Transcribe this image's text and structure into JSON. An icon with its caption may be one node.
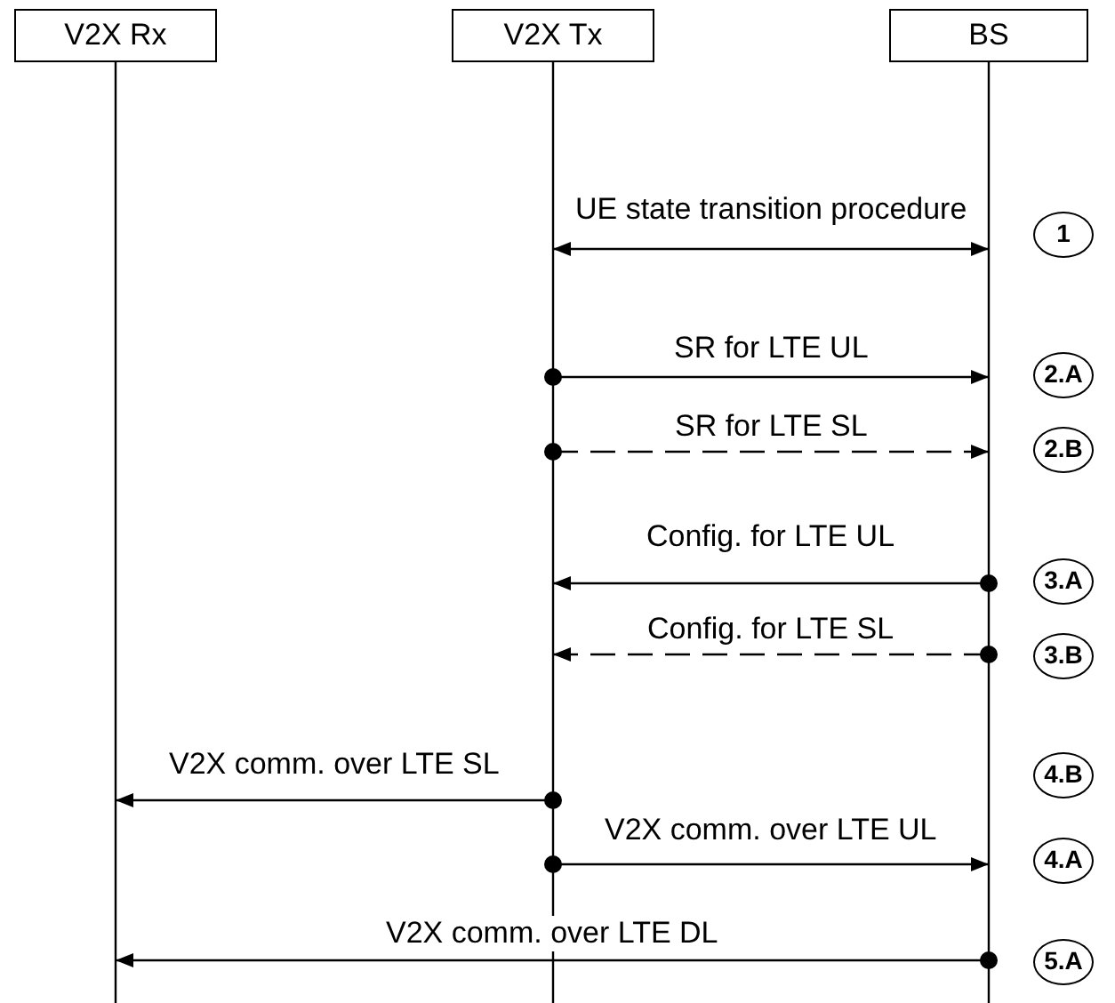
{
  "diagram": {
    "nodes": [
      {
        "text": [
          "V2X Rx"
        ]
      },
      {
        "text": [
          "V2X Tx"
        ]
      },
      {
        "text": [
          "BS"
        ]
      },
      {
        "text": [
          "1"
        ]
      },
      {
        "text": [
          "2.A"
        ]
      },
      {
        "text": [
          "2.B"
        ]
      },
      {
        "text": [
          "3.A"
        ]
      },
      {
        "text": [
          "3.B"
        ]
      },
      {
        "text": [
          "4.B"
        ]
      },
      {
        "text": [
          "4.A"
        ]
      },
      {
        "text": [
          "5.A"
        ]
      }
    ],
    "edges": [
      {
        "from": 1,
        "to": 2,
        "arrow": "both",
        "label": "UE state transition procedure"
      },
      {
        "from": 1,
        "to": 2,
        "arrow": "to",
        "label": "SR for LTE UL"
      },
      {
        "from": 1,
        "to": 2,
        "arrow": "to",
        "label": "SR for LTE SL",
        "style": "dashed"
      },
      {
        "from": 2,
        "to": 1,
        "arrow": "to",
        "label": "Config. for LTE UL"
      },
      {
        "from": 2,
        "to": 1,
        "arrow": "to",
        "label": "Config. for LTE SL",
        "style": "dashed"
      },
      {
        "from": 1,
        "to": 0,
        "arrow": "to",
        "label": "V2X comm. over LTE SL"
      },
      {
        "from": 1,
        "to": 2,
        "arrow": "to",
        "label": "V2X comm. over LTE UL"
      },
      {
        "from": 2,
        "to": 0,
        "arrow": "to",
        "label": "V2X comm. over LTE DL"
      }
    ]
  }
}
